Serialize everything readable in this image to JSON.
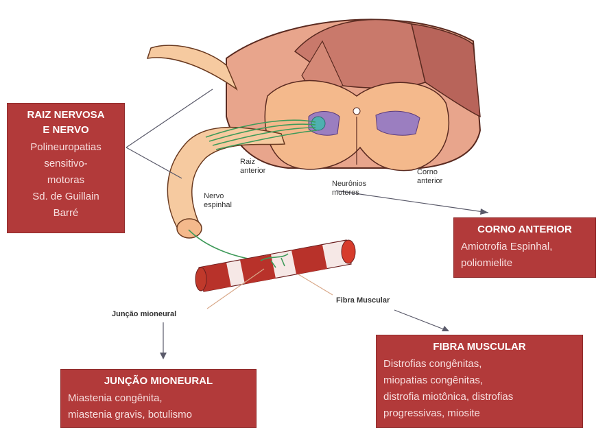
{
  "labels": {
    "raiz_anterior_1": "Raiz",
    "raiz_anterior_2": "anterior",
    "neuronios_1": "Neurônios",
    "neuronios_2": "motores",
    "corno_1": "Corno",
    "corno_2": "anterior",
    "nervo_1": "Nervo",
    "nervo_2": "espinhal",
    "juncao": "Junção mioneural",
    "fibra": "Fibra Muscular"
  },
  "boxes": {
    "raiz": {
      "title_1": "RAIZ NERVOSA",
      "title_2": "E NERVO",
      "lines": [
        "Polineuropatias",
        "sensitivo-",
        "motoras",
        "Sd. de Guillain",
        "Barré"
      ]
    },
    "corno": {
      "title": "CORNO ANTERIOR",
      "lines": [
        "Amiotrofia Espinhal,",
        "poliomielite"
      ]
    },
    "fibra": {
      "title": "FIBRA MUSCULAR",
      "lines": [
        "Distrofias congênitas,",
        "miopatias congênitas,",
        "distrofia  miotônica, distrofias",
        "progressivas, miosite"
      ]
    },
    "juncao": {
      "title": "JUNÇÃO MIONEURAL",
      "lines": [
        "Miastenia congênita,",
        "miastenia gravis, botulismo"
      ]
    }
  },
  "colors": {
    "box": "#b23a3a",
    "cord_outer": "#f2a98a",
    "cord_white": "#c9796b",
    "gray_matter": "#f4b98c",
    "horn": "#9b7ec0",
    "nerve": "#f6caa0",
    "muscle": "#c0392b"
  }
}
